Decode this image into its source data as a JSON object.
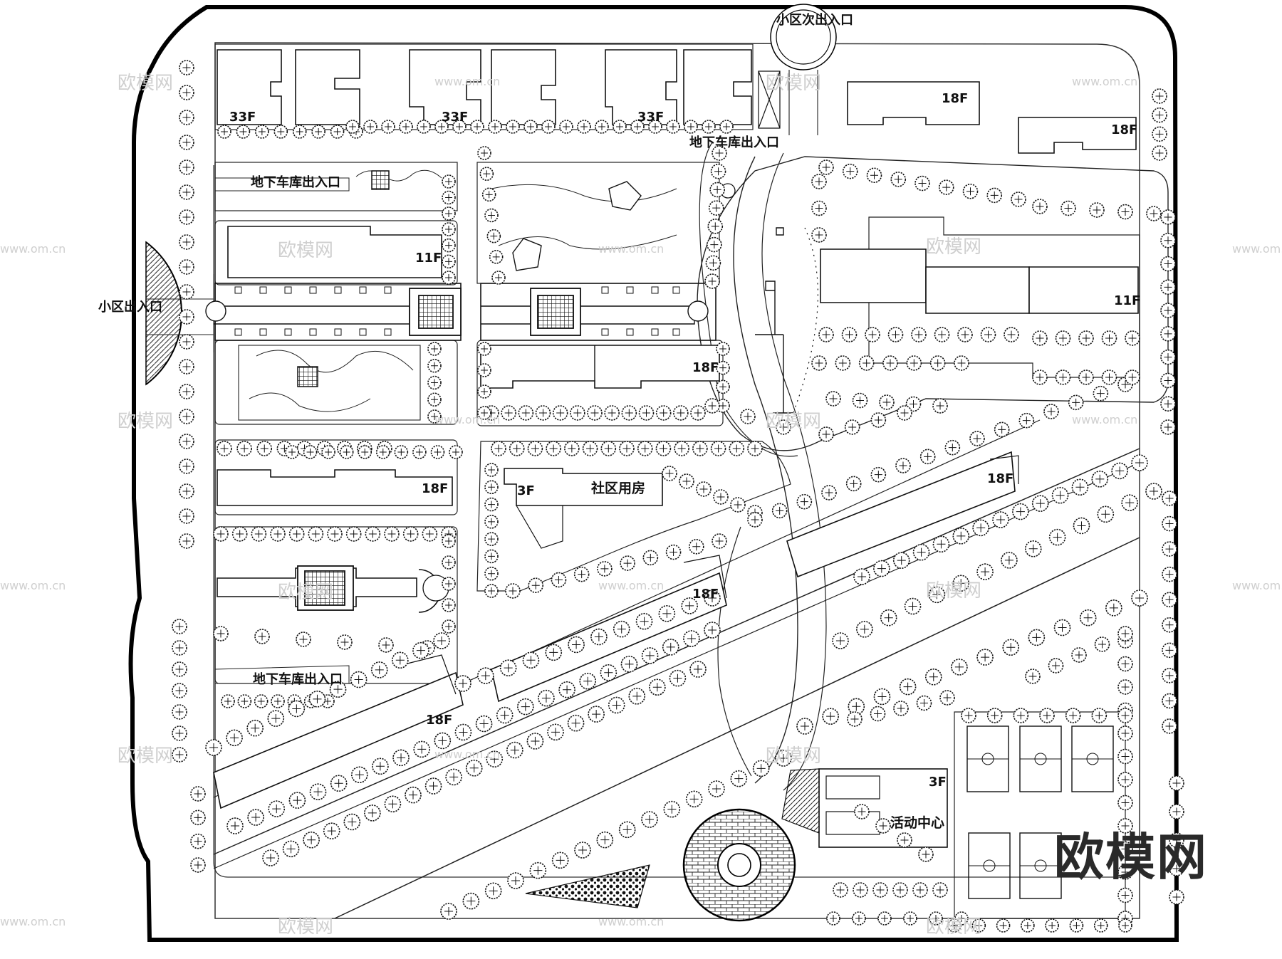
{
  "labels": {
    "secondary_entrance": "小区次出入口",
    "main_entrance": "小区出入口",
    "garage_entrance_ne": "地下车库出入口",
    "garage_entrance_nw": "地下车库出入口",
    "garage_entrance_sw": "地下车库出入口",
    "community_house": "社区用房",
    "activity_center": "活动中心"
  },
  "floors": {
    "b_33f_1": "33F",
    "b_33f_2": "33F",
    "b_33f_3": "33F",
    "b_18f_ne1": "18F",
    "b_18f_ne2": "18F",
    "b_11f_w": "11F",
    "b_11f_e": "11F",
    "b_18f_c": "18F",
    "b_18f_w": "18F",
    "b_3f_comm": "3F",
    "b_18f_mid": "18F",
    "b_18f_e": "18F",
    "b_18f_sw": "18F",
    "b_3f_act": "3F"
  },
  "watermark": {
    "site_text": "欧模网",
    "url_text": "www.om.cn",
    "logo_text": "欧模网"
  }
}
